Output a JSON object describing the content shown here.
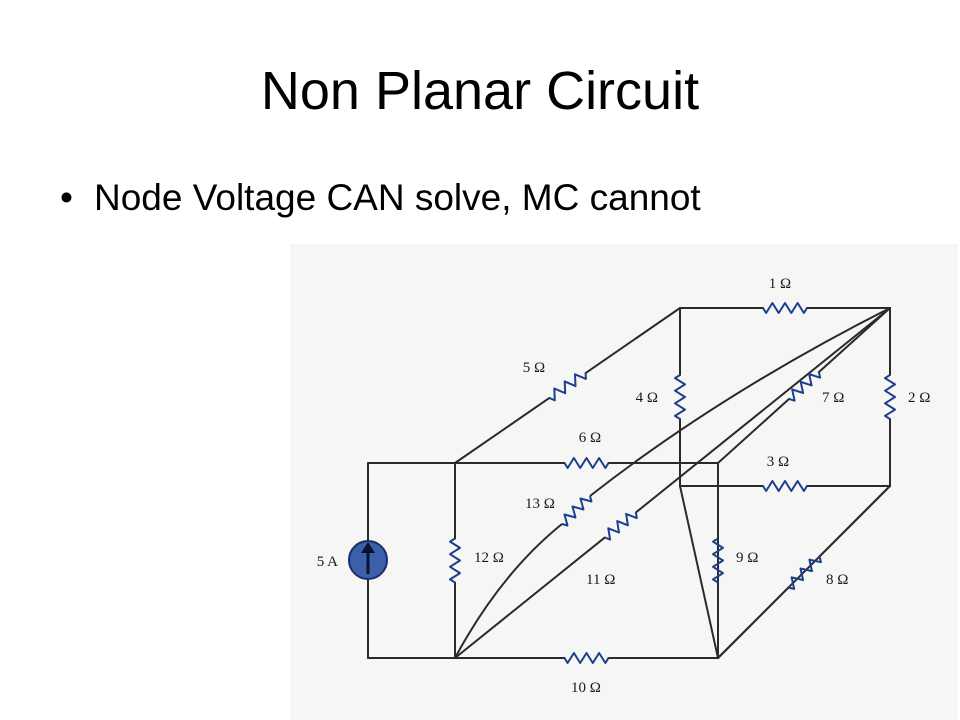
{
  "slide": {
    "title": "Non Planar Circuit",
    "bullets": [
      "Node Voltage CAN solve, MC cannot"
    ]
  },
  "circuit": {
    "wire_color": "#2a2a2a",
    "resistor_color": "#1d3f8f",
    "source_fill": "#3b5fa8",
    "source": {
      "label": "5 A"
    },
    "resistors": [
      {
        "id": "r1",
        "label": "1 Ω"
      },
      {
        "id": "r2",
        "label": "2 Ω"
      },
      {
        "id": "r3",
        "label": "3 Ω"
      },
      {
        "id": "r4",
        "label": "4 Ω"
      },
      {
        "id": "r5",
        "label": "5 Ω"
      },
      {
        "id": "r6",
        "label": "6 Ω"
      },
      {
        "id": "r7",
        "label": "7 Ω"
      },
      {
        "id": "r8",
        "label": "8 Ω"
      },
      {
        "id": "r9",
        "label": "9 Ω"
      },
      {
        "id": "r10",
        "label": "10 Ω"
      },
      {
        "id": "r11",
        "label": "11 Ω"
      },
      {
        "id": "r12",
        "label": "12 Ω"
      },
      {
        "id": "r13",
        "label": "13 Ω"
      }
    ]
  }
}
